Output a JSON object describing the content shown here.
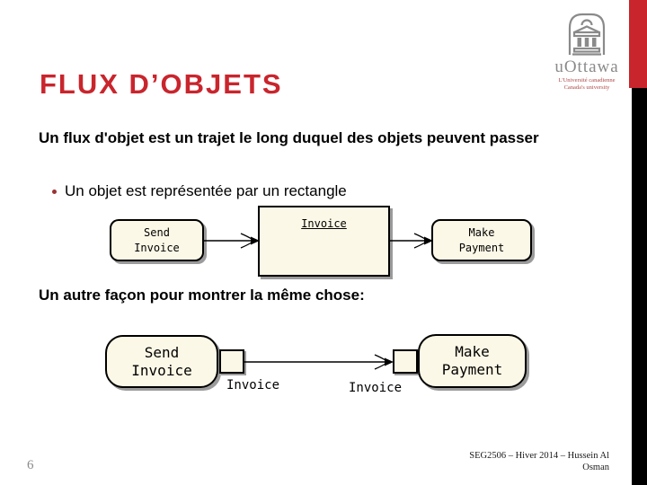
{
  "slide": {
    "title": "FLUX D’OBJETS",
    "page_number": "6",
    "paragraph1": "Un flux d'objet est un trajet le long duquel des objets peuvent passer",
    "bullet1": "Un objet est représentée par un rectangle",
    "paragraph2": "Un autre façon pour montrer la même chose:",
    "footer": {
      "line1": "SEG2506 – Hiver 2014 – Hussein Al",
      "line2": "Osman"
    }
  },
  "logo": {
    "wordmark": "uOttawa",
    "tagline_fr": "L'Université canadienne",
    "tagline_en": "Canada's university",
    "icon": "tabaret-building-icon"
  },
  "diagram1": {
    "action1": {
      "line1": "Send",
      "line2": "Invoice"
    },
    "object_label": "Invoice",
    "action2": {
      "line1": "Make",
      "line2": "Payment"
    }
  },
  "diagram2": {
    "action1": {
      "line1": "Send",
      "line2": "Invoice"
    },
    "pin1_label": "Invoice",
    "pin2_label": "Invoice",
    "action2": {
      "line1": "Make",
      "line2": "Payment"
    }
  },
  "colors": {
    "accent_red": "#C9252D",
    "bar_black": "#000000",
    "diagram_fill": "#FCF8E7",
    "diagram_shadow": "#9B9B9B",
    "bullet_dot": "#993333",
    "logo_gray": "#8A8A8A",
    "tagline_red": "#B04848"
  }
}
